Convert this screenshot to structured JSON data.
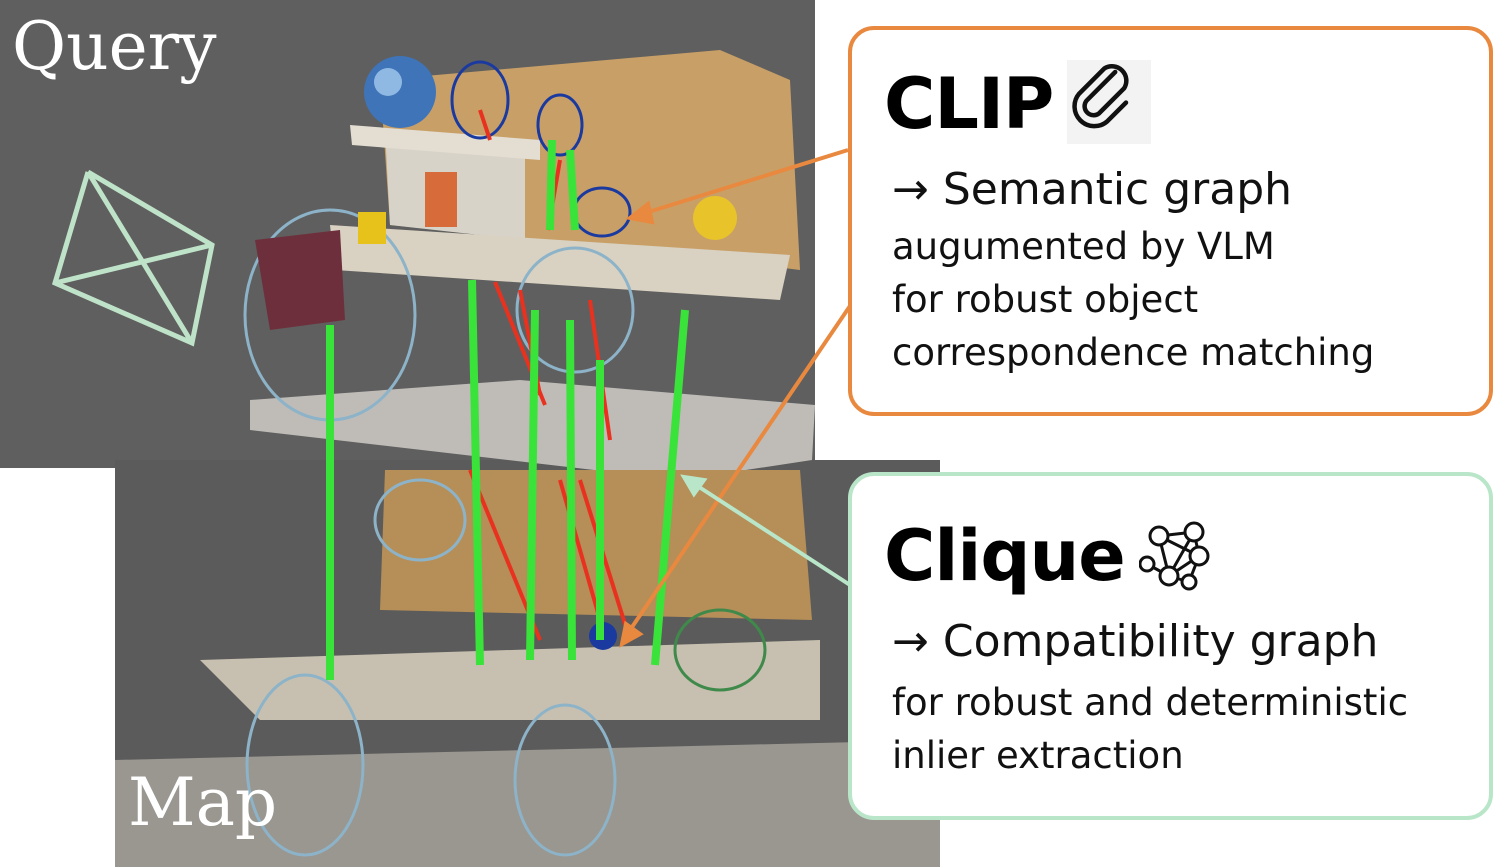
{
  "panels": {
    "query_label": "Query",
    "map_label": "Map"
  },
  "clip_callout": {
    "title": "CLIP",
    "icon": "paperclip-icon",
    "headline": "→ Semantic graph",
    "lines": [
      "augumented by VLM",
      "for robust object",
      "correspondence matching"
    ],
    "border_color": "#e8893f"
  },
  "clique_callout": {
    "title": "Clique",
    "icon": "graph-clique-icon",
    "headline": "→ Compatibility graph",
    "lines": [
      "for robust and deterministic",
      "inlier extraction"
    ],
    "border_color": "#b9e6c9"
  },
  "colors": {
    "query_bg": "#5f5f5f",
    "inlier_match": "#39e339",
    "outlier_match": "#e8321f",
    "camera_frustum": "#bfe3c8",
    "clip_arrow": "#e8893f",
    "clique_arrow": "#b9e6c9"
  }
}
